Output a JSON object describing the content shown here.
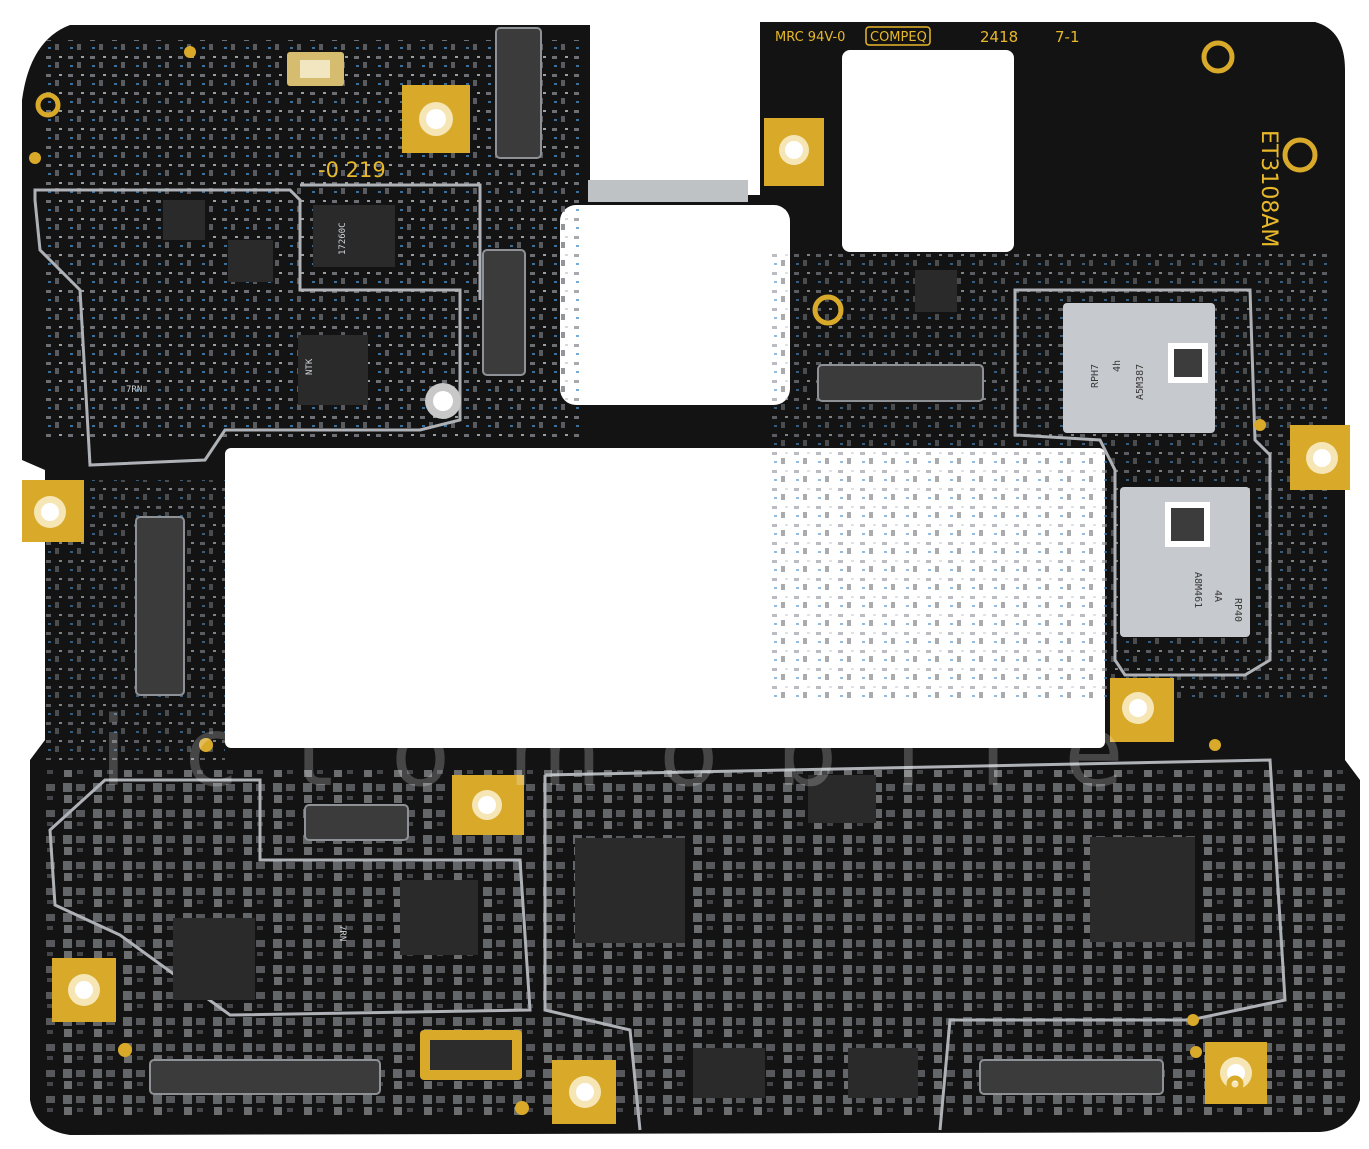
{
  "silkscreen": {
    "top_line": "MRC 94V-0",
    "compeq": "COMPEQ",
    "date_code": "2418",
    "rev": "7-1",
    "board_code": "ET3108AM",
    "part_code": "-0 219"
  },
  "chips": {
    "rph7_line1": "RPH7",
    "rph7_line2": "4h",
    "rph7_line3": "A5M387",
    "rp40_line1": "RP40",
    "rp40_line2": "4A",
    "rp40_line3": "A8M461",
    "ntk": "NTK",
    "ic_17260": "17260C",
    "ic_7rn_1": "7RN",
    "ic_7rn_2": "7RN"
  },
  "watermark": "ictomobile",
  "colors": {
    "pcb": "#131313",
    "pad_gold": "#d9a92a",
    "shield": "#bfc3c8",
    "silk": "#e8b82a"
  }
}
